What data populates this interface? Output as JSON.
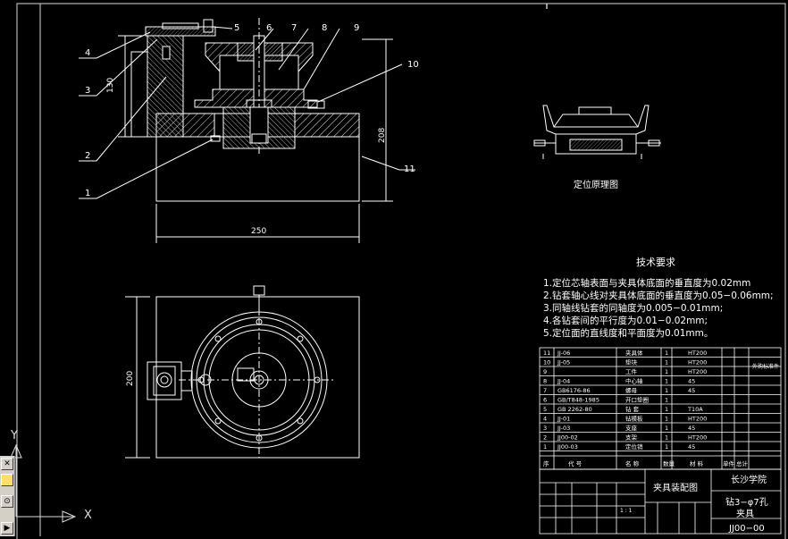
{
  "drawing": {
    "balloons": [
      "1",
      "2",
      "3",
      "4",
      "5",
      "6",
      "7",
      "8",
      "9",
      "10",
      "11"
    ],
    "dims": {
      "height_130": "130",
      "height_208": "208",
      "width_250": "250",
      "height_200": "200"
    },
    "inset_caption": "定位原理图",
    "tech_title": "技术要求",
    "tech_requirements": [
      "1.定位芯轴表面与夹具体底面的垂直度为0.02mm",
      "2.钻套轴心线对夹具体底面的垂直度为0.05−0.06mm;",
      "3.同轴线钻套的同轴度为0.005−0.01mm;",
      "4.各钻套间的平行度为0.01−0.02mm;",
      "5.定位面的直线度和平面度为0.01mm。"
    ]
  },
  "bom": {
    "rows": [
      {
        "no": "11",
        "code": "JJ-06",
        "name": "夹具体",
        "qty": "1",
        "mat": "HT200"
      },
      {
        "no": "10",
        "code": "JJ-05",
        "name": "垫块",
        "qty": "1",
        "mat": "HT200"
      },
      {
        "no": "9",
        "code": "",
        "name": "工件",
        "qty": "1",
        "mat": "HT200"
      },
      {
        "no": "8",
        "code": "JJ-04",
        "name": "中心轴",
        "qty": "1",
        "mat": "45"
      },
      {
        "no": "7",
        "code": "GB6176-86",
        "name": "螺母",
        "qty": "1",
        "mat": "45"
      },
      {
        "no": "6",
        "code": "GB/T848-1985",
        "name": "开口垫圈",
        "qty": "1",
        "mat": ""
      },
      {
        "no": "5",
        "code": "GB 2262-80",
        "name": "钻 套",
        "qty": "1",
        "mat": "T10A"
      },
      {
        "no": "4",
        "code": "JJ-01",
        "name": "钻模板",
        "qty": "1",
        "mat": "HT200"
      },
      {
        "no": "3",
        "code": "JJ-03",
        "name": "支座",
        "qty": "1",
        "mat": "45"
      },
      {
        "no": "2",
        "code": "JJ00-02",
        "name": "支架",
        "qty": "1",
        "mat": "HT200"
      },
      {
        "no": "1",
        "code": "JJ00-03",
        "name": "定位销",
        "qty": "1",
        "mat": "45"
      }
    ],
    "header": {
      "no": "序",
      "code": "代 号",
      "name": "名 称",
      "qty": "数量",
      "mat": "材 料",
      "w1": "单件",
      "w2": "总计"
    },
    "side_note": "外购标准件"
  },
  "title_block": {
    "school": "长沙学院",
    "drawing_name": "夹具装配图",
    "part_title_1": "钻3−φ7孔",
    "part_title_2": "夹具",
    "drawing_no": "JJ00−00",
    "ratio": "1 : 1"
  },
  "ucs": {
    "x_label": "X",
    "y_label": "Y"
  },
  "toolbar": {
    "icons": [
      "close-icon",
      "layer-icon",
      "cursor-icon",
      "arrow-icon"
    ]
  },
  "colors": {
    "bg": "#000000",
    "line": "#ffffff",
    "hatch": "#e0e0e0",
    "frame": "#d8d8d8",
    "accent": "#c8c8c8"
  }
}
